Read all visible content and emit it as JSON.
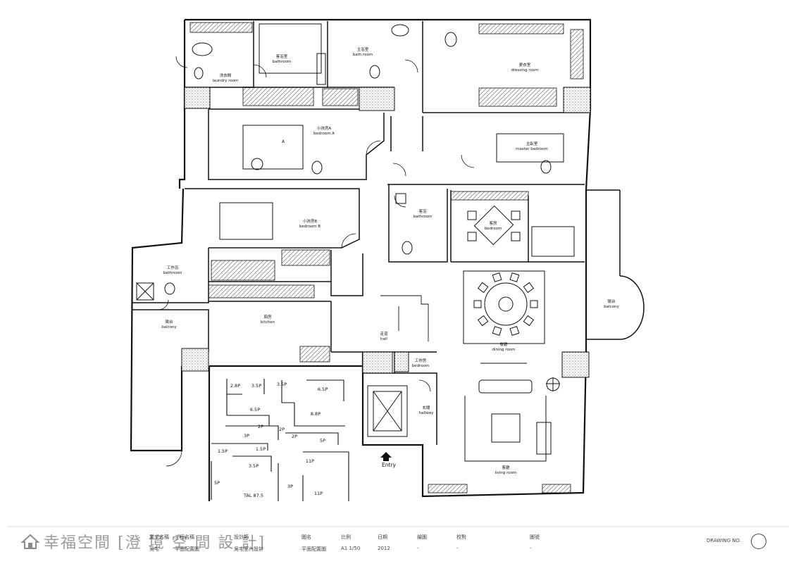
{
  "rooms": {
    "bathroom_1": {
      "cn": "客浴室",
      "en": "bathroom"
    },
    "bathroom_2": {
      "cn": "主浴室",
      "en": "bath room"
    },
    "dressing_room": {
      "cn": "更衣室",
      "en": "dressing room"
    },
    "laundry_room": {
      "cn": "洗衣間",
      "en": "laundry room"
    },
    "bedroom_a": {
      "cn": "小孩房A",
      "en": "bedroom A",
      "label": "A"
    },
    "master_bedroom": {
      "cn": "主臥室",
      "en": "master bedroom"
    },
    "bedroom_b": {
      "cn": "小孩房B",
      "en": "bedroom B"
    },
    "bathroom_3": {
      "cn": "客浴",
      "en": "bathroom"
    },
    "bedroom_c": {
      "cn": "客房",
      "en": "bedroom"
    },
    "bathroom_4": {
      "cn": "工作浴",
      "en": "bathroom"
    },
    "balcony_left": {
      "cn": "陽台",
      "en": "balcony"
    },
    "kitchen": {
      "cn": "廚房",
      "en": "kitchen"
    },
    "hall": {
      "cn": "走道",
      "en": "hall"
    },
    "dining_room": {
      "cn": "餐廳",
      "en": "dining room"
    },
    "worker_bedroom": {
      "cn": "工作房",
      "en": "bedroom"
    },
    "hallway": {
      "cn": "玄關",
      "en": "hallway"
    },
    "living_room": {
      "cn": "客廳",
      "en": "living room"
    },
    "balcony_right": {
      "cn": "陽台",
      "en": "balcony"
    },
    "entry": {
      "en": "Entry"
    }
  },
  "area_table": {
    "cells": [
      "2.8P",
      "3.5P",
      "3.5P",
      "6.5P",
      "6.5P",
      "8.8P",
      "2P",
      "2P",
      "3P",
      "2P",
      "5P",
      "1.5P",
      "1.5P",
      "3.5P",
      "11P",
      "5P",
      "3P",
      "11P"
    ],
    "total": "TAL 87.5"
  },
  "title_block": {
    "cells": [
      {
        "label": "業主名稱",
        "value": "吳宅"
      },
      {
        "label": "工程名稱",
        "value": "平面配置圖"
      },
      {
        "label": "設計師",
        "value": "吳宅室內設計"
      },
      {
        "label": "圖名",
        "value": "平面配置圖"
      },
      {
        "label": "比例",
        "value": "A1 1/50"
      },
      {
        "label": "日期",
        "value": "2012"
      },
      {
        "label": "繪圖",
        "value": "-"
      },
      {
        "label": "校對",
        "value": "-"
      },
      {
        "label": "圖號",
        "value": "-"
      }
    ],
    "drawing_no": "DRAWING NO."
  },
  "watermark": {
    "text": "幸福空間 [澄 境 空 間 設 計]"
  },
  "colors": {
    "line": "#111111",
    "hatch": "#555555",
    "watermark": "#8a8a8a"
  }
}
